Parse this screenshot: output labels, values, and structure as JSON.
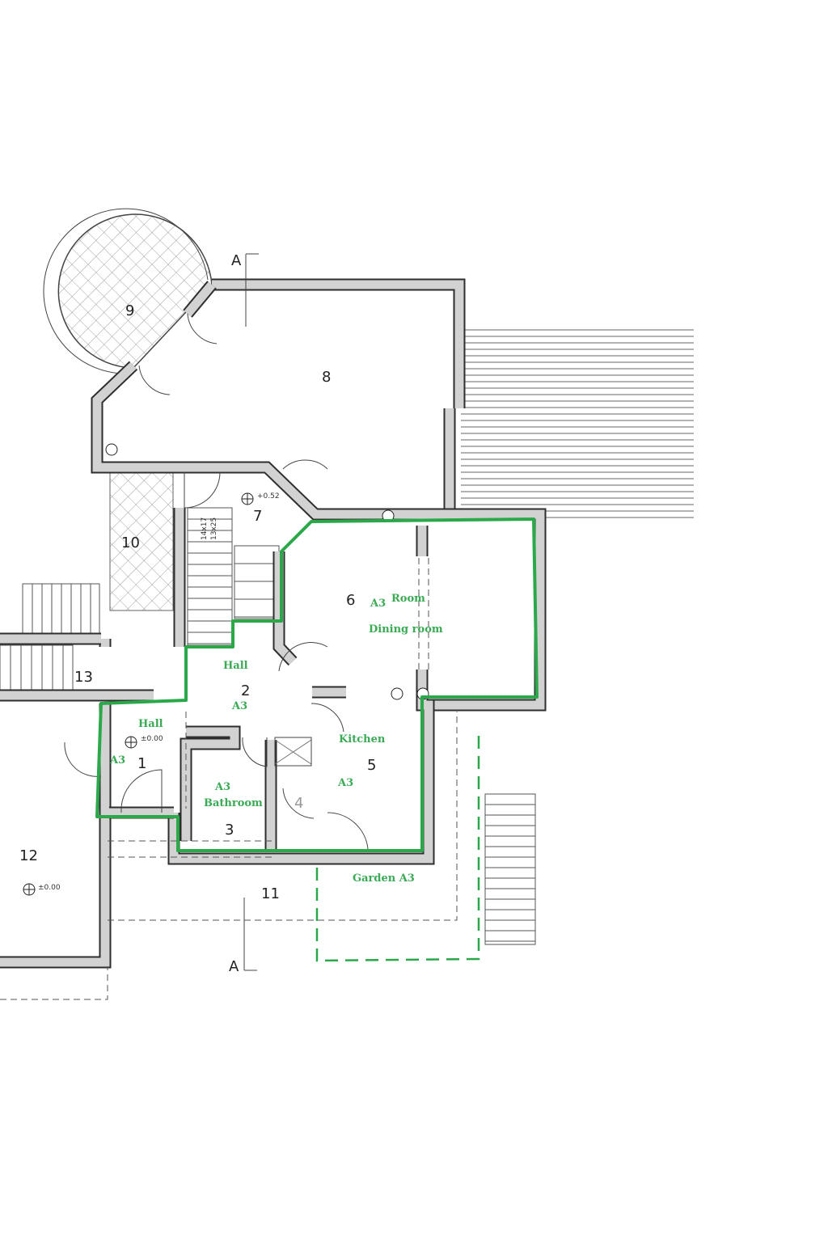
{
  "section_marks": [
    "A",
    "A"
  ],
  "rooms": [
    "1",
    "2",
    "3",
    "4",
    "5",
    "6",
    "7",
    "8",
    "9",
    "10",
    "11",
    "12",
    "13"
  ],
  "levels": {
    "room7": "+0.52",
    "room1": "±0.00",
    "room12": "±0.00"
  },
  "stair_dims": [
    "14x17",
    "13x25"
  ],
  "annotations": {
    "hall_2": "Hall",
    "a3_2": "A3",
    "hall_1": "Hall",
    "a3_1": "A3",
    "a3_6": "A3",
    "room_6": "Room",
    "dining_6": "Dining room",
    "kitchen_5": "Kitchen",
    "a3_5": "A3",
    "a3_3": "A3",
    "bathroom_3": "Bathroom",
    "garden": "Garden A3"
  },
  "colors": {
    "walls": "#2e2e2e",
    "wall_fill": "#d2d2d2",
    "annotation": "#2aa84a"
  }
}
